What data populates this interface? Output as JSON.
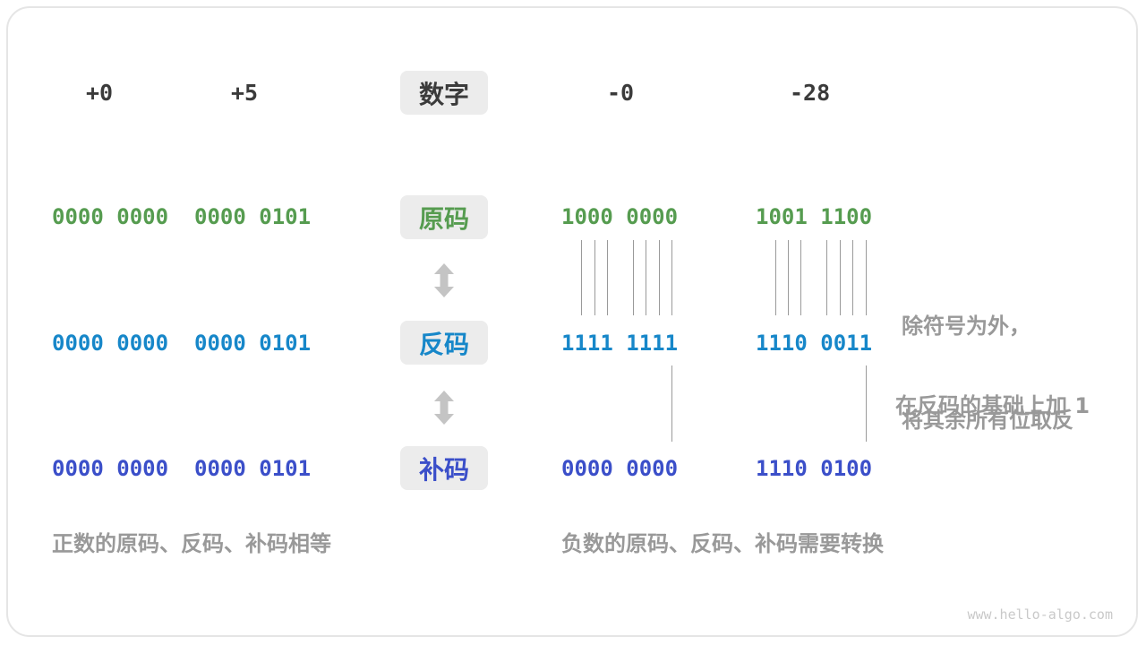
{
  "header": {
    "col1": "+0",
    "col2": "+5",
    "chip": "数字",
    "col4": "-0",
    "col5": "-28"
  },
  "rows": {
    "sign_magnitude": {
      "chip": "原码",
      "color": "#569c50",
      "v1": "0000 0000",
      "v2": "0000 0101",
      "v4": "1000 0000",
      "v5": "1001 1100"
    },
    "ones_complement": {
      "chip": "反码",
      "color": "#1787c9",
      "v1": "0000 0000",
      "v2": "0000 0101",
      "v4": "1111 1111",
      "v5": "1110 0011"
    },
    "twos_complement": {
      "chip": "补码",
      "color": "#3b4fc9",
      "v1": "0000 0000",
      "v2": "0000 0101",
      "v4": "0000 0000",
      "v5": "1110 0100"
    }
  },
  "annotations": {
    "invert_line1": "除符号为外，",
    "invert_line2": "将其余所有位取反",
    "add_one": "在反码的基础上加 1"
  },
  "captions": {
    "positive": "正数的原码、反码、补码相等",
    "negative": "负数的原码、反码、补码需要转换"
  },
  "watermark": "www.hello-algo.com",
  "colors": {
    "green": "#569c50",
    "blue": "#1787c9",
    "indigo": "#3b4fc9",
    "gray_text": "#999999",
    "dark_text": "#3b3b3b",
    "chip_bg": "#ececec",
    "arrow": "#c4c4c4",
    "connector_line": "#9a9a9a",
    "card_border": "#e5e5e5"
  }
}
